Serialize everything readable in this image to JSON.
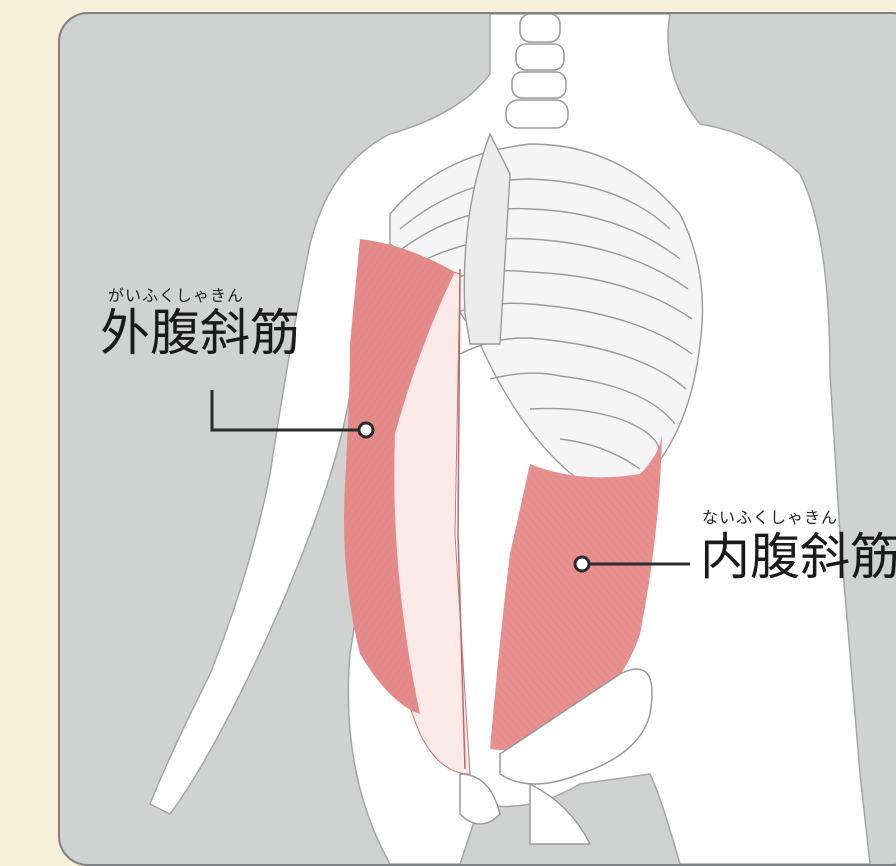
{
  "colors": {
    "background": "#f6efd9",
    "panel": "#cfd2d1",
    "body": "#ffffff",
    "muscle": "#e58a8a",
    "muscle_light": "#f7c9c6",
    "outline": "#9a9a9a",
    "leader": "#2b2b2b"
  },
  "labels": {
    "external_oblique": {
      "reading": "がいふくしゃきん",
      "name": "外腹斜筋"
    },
    "internal_oblique": {
      "reading": "ないふくしゃきん",
      "name": "内腹斜筋"
    }
  }
}
